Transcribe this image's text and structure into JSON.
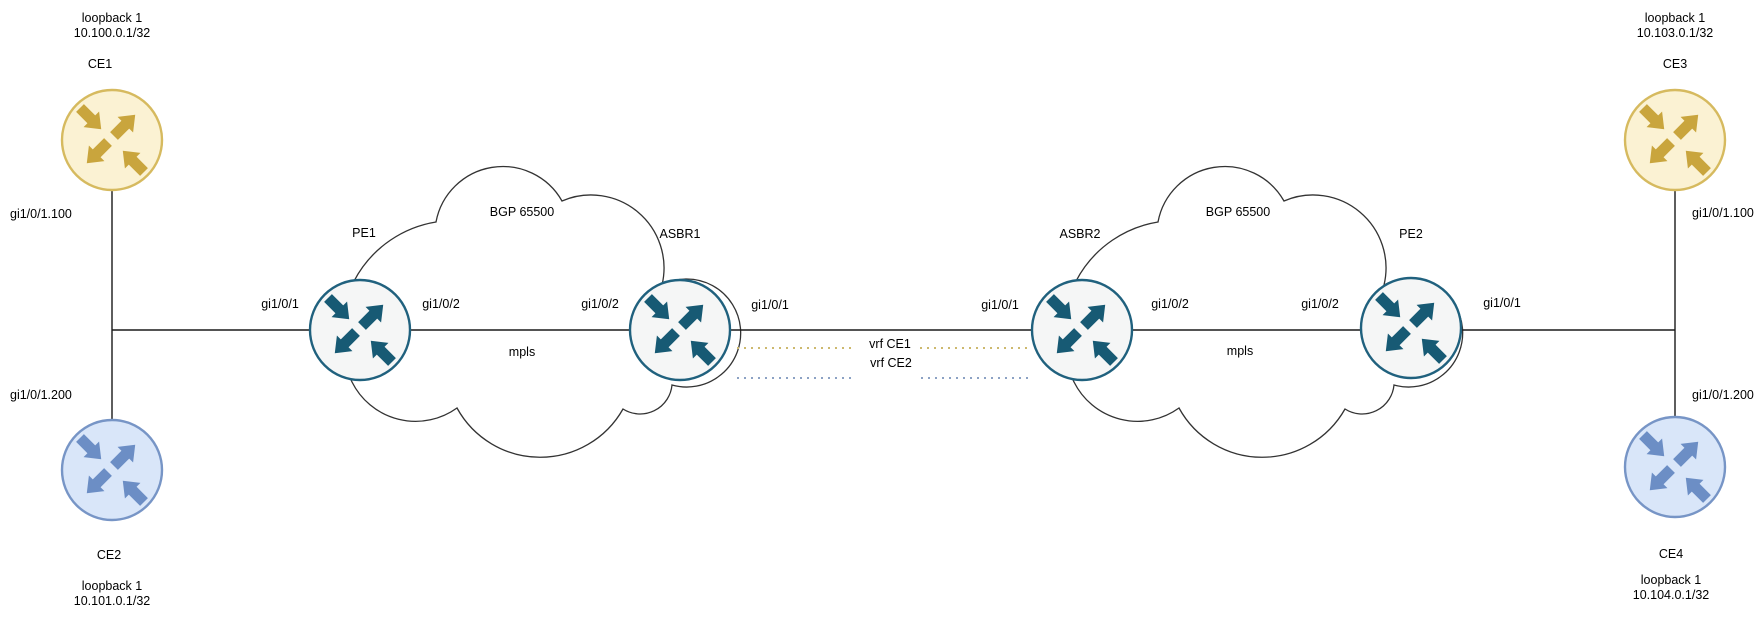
{
  "colors": {
    "link": "#1a1a1a",
    "cloud_stroke": "#333333",
    "ce_yellow_fill": "#FBF2D3",
    "ce_yellow_border": "#D6BA5F",
    "ce_yellow_arrow": "#C9A53D",
    "ce_blue_fill": "#D9E6F9",
    "ce_blue_border": "#7795C6",
    "ce_blue_arrow": "#6C8EC5",
    "pe_fill": "#F5F6F6",
    "pe_border": "#20617E",
    "pe_arrow": "#175A74",
    "vrf_ce1": "#CDB96E",
    "vrf_ce2": "#8CA2C4"
  },
  "nodes": {
    "ce1": {
      "label": "CE1",
      "loopback": "loopback 1",
      "ip": "10.100.0.1/32"
    },
    "ce2": {
      "label": "CE2",
      "loopback": "loopback 1",
      "ip": "10.101.0.1/32"
    },
    "ce3": {
      "label": "CE3",
      "loopback": "loopback 1",
      "ip": "10.103.0.1/32"
    },
    "ce4": {
      "label": "CE4",
      "loopback": "loopback 1",
      "ip": "10.104.0.1/32"
    },
    "pe1": {
      "label": "PE1"
    },
    "asbr1": {
      "label": "ASBR1"
    },
    "asbr2": {
      "label": "ASBR2"
    },
    "pe2": {
      "label": "PE2"
    }
  },
  "clouds": {
    "left": {
      "title": "BGP 65500",
      "core_label": "mpls"
    },
    "right": {
      "title": "BGP 65500",
      "core_label": "mpls"
    }
  },
  "vrf_links": {
    "ce1": "vrf CE1",
    "ce2": "vrf CE2"
  },
  "interfaces": {
    "ce1_sub": "gi1/0/1.100",
    "ce2_sub": "gi1/0/1.200",
    "ce3_sub": "gi1/0/1.100",
    "ce4_sub": "gi1/0/1.200",
    "pe1_left": "gi1/0/1",
    "pe1_right": "gi1/0/2",
    "asbr1_left": "gi1/0/2",
    "asbr1_right": "gi1/0/1",
    "asbr2_left": "gi1/0/1",
    "asbr2_right": "gi1/0/2",
    "pe2_left": "gi1/0/2",
    "pe2_right": "gi1/0/1"
  }
}
